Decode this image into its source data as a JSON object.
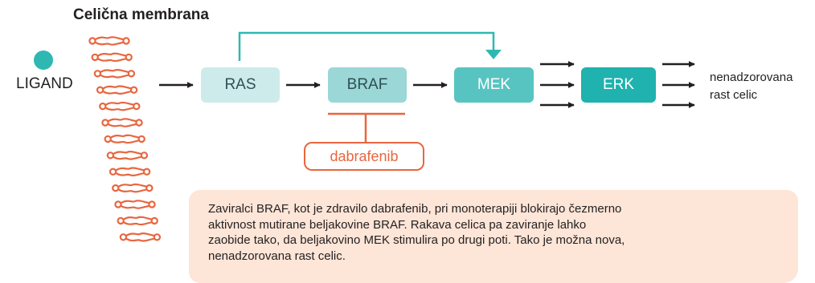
{
  "title": "Celična membrana",
  "ligand": {
    "label": "LIGAND"
  },
  "nodes": {
    "ras": "RAS",
    "braf": "BRAF",
    "mek": "MEK",
    "erk": "ERK"
  },
  "outcome": {
    "line1": "nenadzorovana",
    "line2": "rast celic"
  },
  "inhibitor": {
    "label": "dabrafenib"
  },
  "note": {
    "line1": "Zaviralci BRAF, kot je zdravilo dabrafenib, pri monoterapiji blokirajo čezmerno",
    "line2": "aktivnost mutirane beljakovine BRAF. Rakava celica pa zaviranje lahko",
    "line3": "zaobide tako, da beljakovino MEK stimulira po drugi poti. Tako je možna nova,",
    "line4": "nenadzorovana rast celic."
  },
  "colors": {
    "teal": "#2fb8b2",
    "membrane": "#e8663f",
    "inhibitor": "#e8663f",
    "note_bg": "#fde5d7",
    "arrow": "#231f20"
  }
}
